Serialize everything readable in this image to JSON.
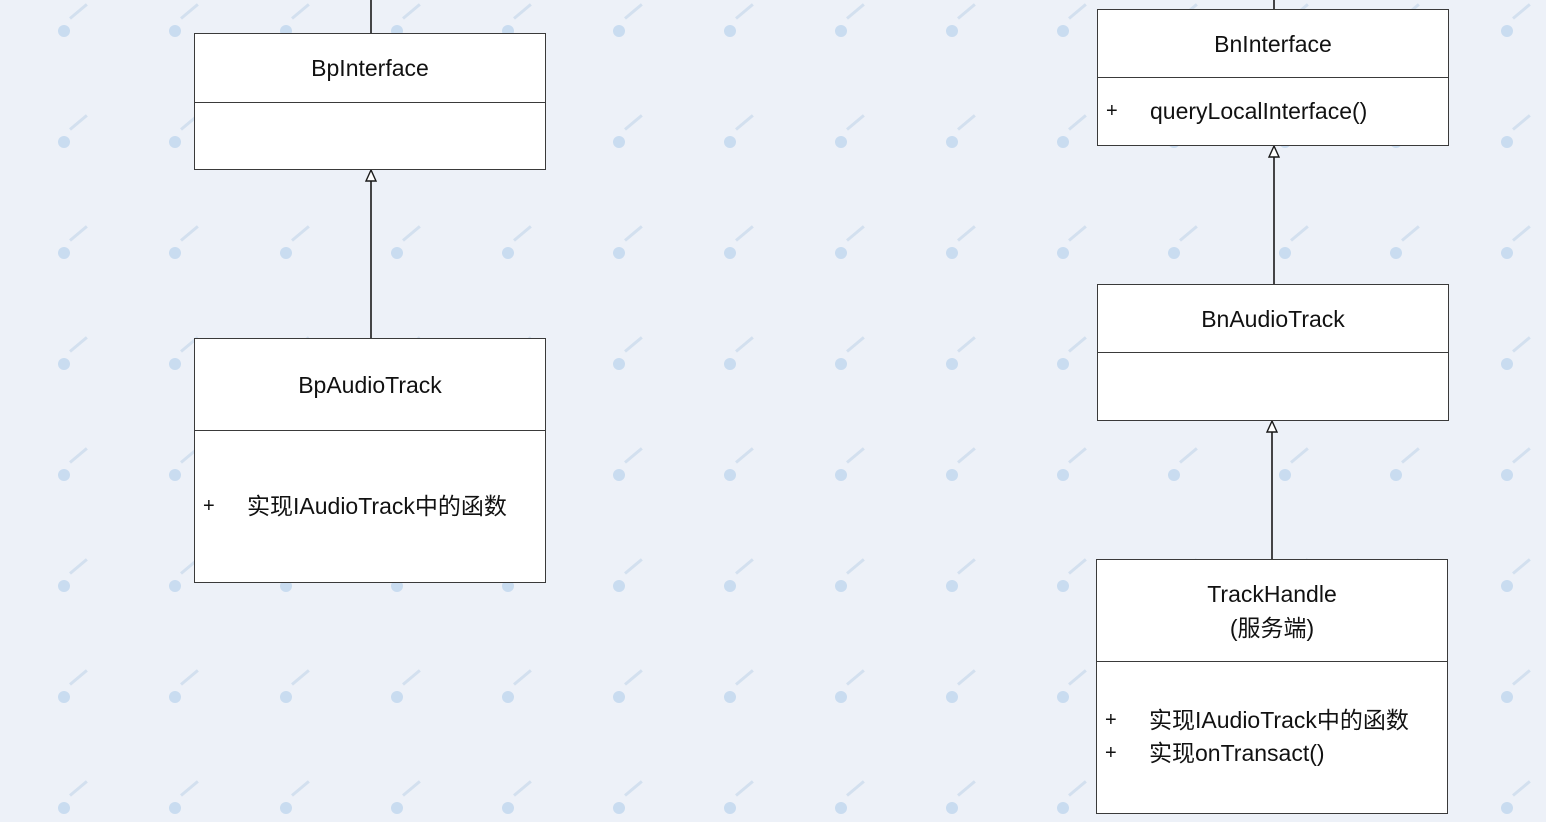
{
  "classes": {
    "bp_interface": {
      "name": "BpInterface",
      "subtitle": "",
      "members": []
    },
    "bp_audio_track": {
      "name": "BpAudioTrack",
      "subtitle": "",
      "members": [
        {
          "vis": "+",
          "text": "实现IAudioTrack中的函数"
        }
      ]
    },
    "bn_interface": {
      "name": "BnInterface",
      "subtitle": "",
      "members": [
        {
          "vis": "+",
          "text": "queryLocalInterface()"
        }
      ]
    },
    "bn_audio_track": {
      "name": "BnAudioTrack",
      "subtitle": "",
      "members": []
    },
    "track_handle": {
      "name": "TrackHandle",
      "subtitle": "(服务端)",
      "members": [
        {
          "vis": "+",
          "text": "实现IAudioTrack中的函数"
        },
        {
          "vis": "+",
          "text": "实现onTransact()"
        }
      ]
    }
  },
  "colors": {
    "background": "#edf1f8",
    "line": "#1a1a1a",
    "box_border": "#3a3a3a",
    "watermark": "#c9dcf0"
  }
}
